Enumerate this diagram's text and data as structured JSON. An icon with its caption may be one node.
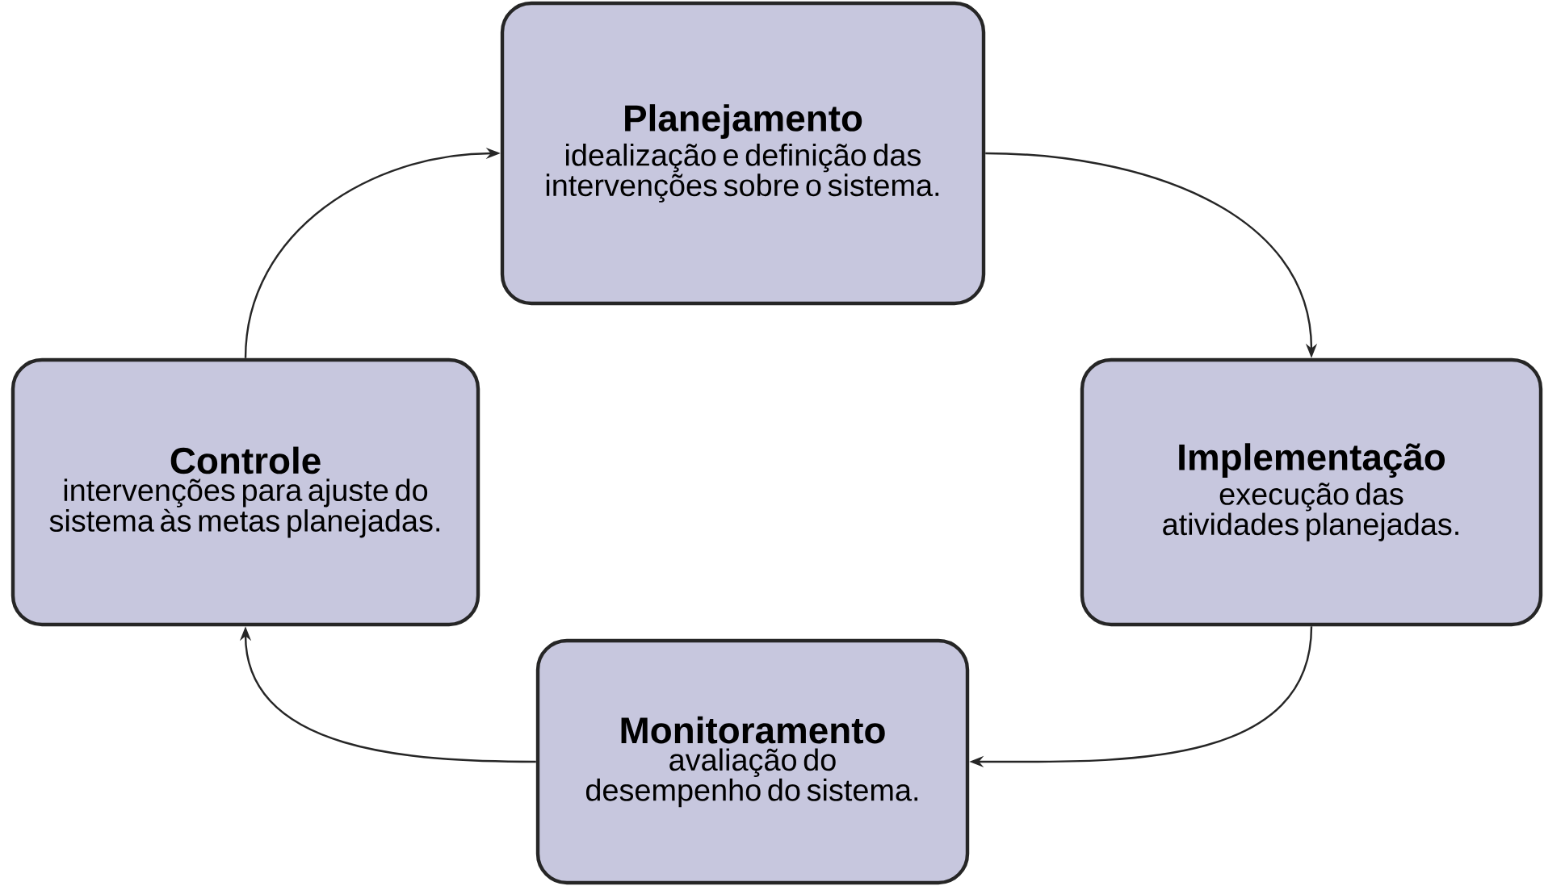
{
  "diagram": {
    "nodes": [
      {
        "text": [
          "Planejamento",
          "idealização e definição das intervenções sobre o sistema."
        ]
      },
      {
        "text": [
          "Implementação",
          "execução das atividades planejadas."
        ]
      },
      {
        "text": [
          "Monitoramento",
          "avaliação do desempenho do sistema."
        ]
      },
      {
        "text": [
          "Controle",
          "intervenções para ajuste do sistema às metas planejadas."
        ]
      }
    ],
    "edges": [
      {
        "from": 0,
        "to": 1,
        "arrow": "to"
      },
      {
        "from": 1,
        "to": 2,
        "arrow": "to"
      },
      {
        "from": 2,
        "to": 3,
        "arrow": "to"
      },
      {
        "from": 3,
        "to": 0,
        "arrow": "to"
      }
    ]
  }
}
